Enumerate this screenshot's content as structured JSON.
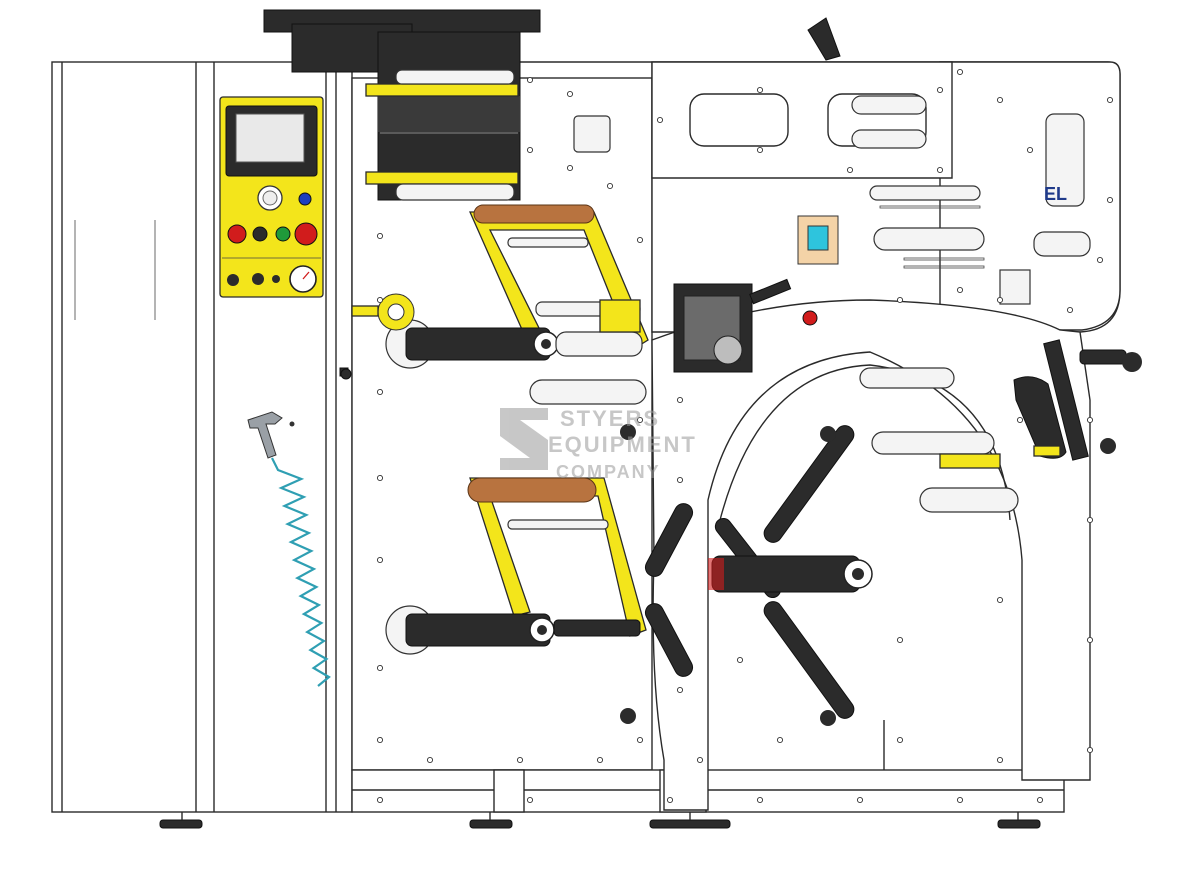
{
  "watermark": {
    "line1": "STYERS",
    "line2": "EQUIPMENT",
    "line3": "COMPANY",
    "color": "#9a9a9a"
  },
  "logo": {
    "text": "EL",
    "color": "#1f3a8a"
  },
  "colors": {
    "accent_yellow": "#f3e51b",
    "frame_line": "#2a2a2a",
    "cork": "#b8733f",
    "estop_red": "#d11c1c",
    "hose_teal": "#2f9fb3",
    "screen_cyan": "#2ec4dd"
  },
  "icons": {
    "control_panel": "control-panel-icon",
    "hmi_screen": "touchscreen-icon",
    "air_gun": "air-gun-icon",
    "coiled_hose": "coiled-hose-icon",
    "turret": "turret-rewind-icon",
    "pressure_gauge": "pressure-gauge-icon",
    "emergency_stop": "emergency-stop-icon"
  }
}
